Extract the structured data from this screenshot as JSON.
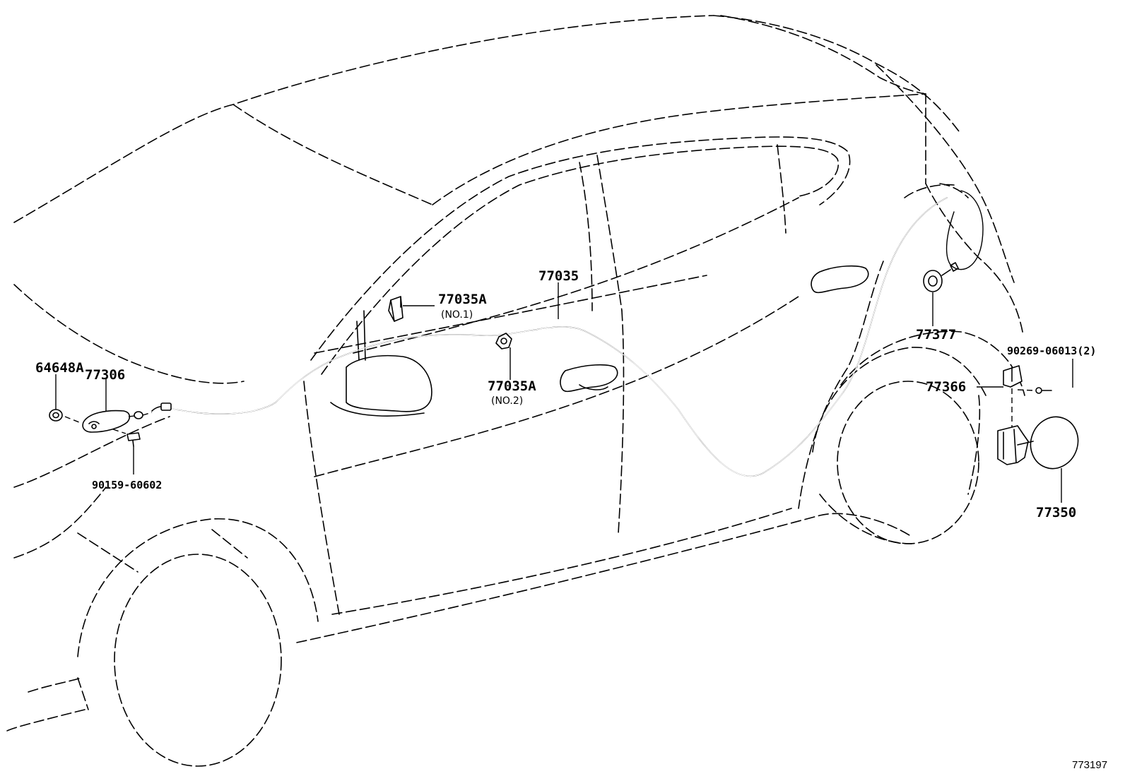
{
  "diagram": {
    "figure_number": "773197",
    "parts": [
      {
        "key": "p77035",
        "label": "77035"
      },
      {
        "key": "p77035a_no1",
        "label": "77035A",
        "sub": "(NO.1)"
      },
      {
        "key": "p77035a_no2",
        "label": "77035A",
        "sub": "(NO.2)"
      },
      {
        "key": "p64648a",
        "label": "64648A"
      },
      {
        "key": "p77306",
        "label": "77306"
      },
      {
        "key": "p90159",
        "label": "90159-60602"
      },
      {
        "key": "p77377",
        "label": "77377"
      },
      {
        "key": "p90269",
        "label": "90269-06013(2)"
      },
      {
        "key": "p77366",
        "label": "77366"
      },
      {
        "key": "p77350",
        "label": "77350"
      }
    ]
  }
}
